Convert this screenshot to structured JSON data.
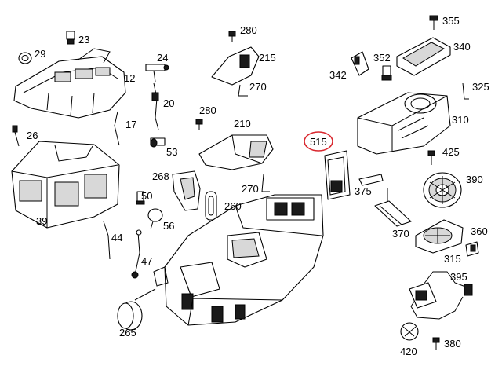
{
  "highlight_color": "#d9282f",
  "highlighted_part": "515",
  "labels": {
    "p355": "355",
    "p340": "340",
    "p23": "23",
    "p280a": "280",
    "p215": "215",
    "p29": "29",
    "p24": "24",
    "p342": "342",
    "p352": "352",
    "p12": "12",
    "p270a": "270",
    "p325": "325",
    "p20": "20",
    "p280b": "280",
    "p310": "310",
    "p17": "17",
    "p26": "26",
    "p210": "210",
    "p515": "515",
    "p53": "53",
    "p425": "425",
    "p268": "268",
    "p270b": "270",
    "p375": "375",
    "p390": "390",
    "p50": "50",
    "p260": "260",
    "p39": "39",
    "p56": "56",
    "p370": "370",
    "p360": "360",
    "p44": "44",
    "p315": "315",
    "p47": "47",
    "p395": "395",
    "p265": "265",
    "p420": "420",
    "p380": "380"
  }
}
